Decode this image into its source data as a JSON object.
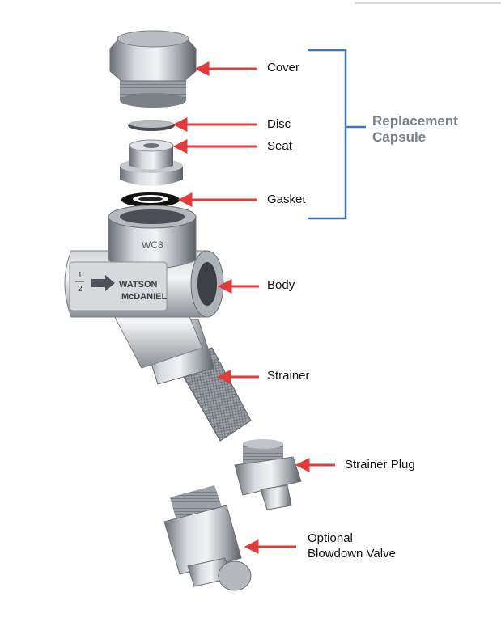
{
  "colors": {
    "arrow": "#e23b3b",
    "bracket": "#3a78b8",
    "group_label": "#7b8088",
    "metal_light": "#e4e6e9",
    "metal_mid": "#a8adb3",
    "metal_dark": "#5d6167"
  },
  "part_labels": {
    "cover": "Cover",
    "disc": "Disc",
    "seat": "Seat",
    "gasket": "Gasket",
    "body": "Body",
    "strainer": "Strainer",
    "strainer_plug": "Strainer Plug",
    "blowdown_line1": "Optional",
    "blowdown_line2": "Blowdown Valve"
  },
  "group_label": {
    "line1": "Replacement",
    "line2": "Capsule"
  },
  "body_markings": {
    "casting": "WC8",
    "fraction_num": "1",
    "fraction_den": "2",
    "brand_line1": "WATSON",
    "brand_line2": "McDANIEL"
  }
}
